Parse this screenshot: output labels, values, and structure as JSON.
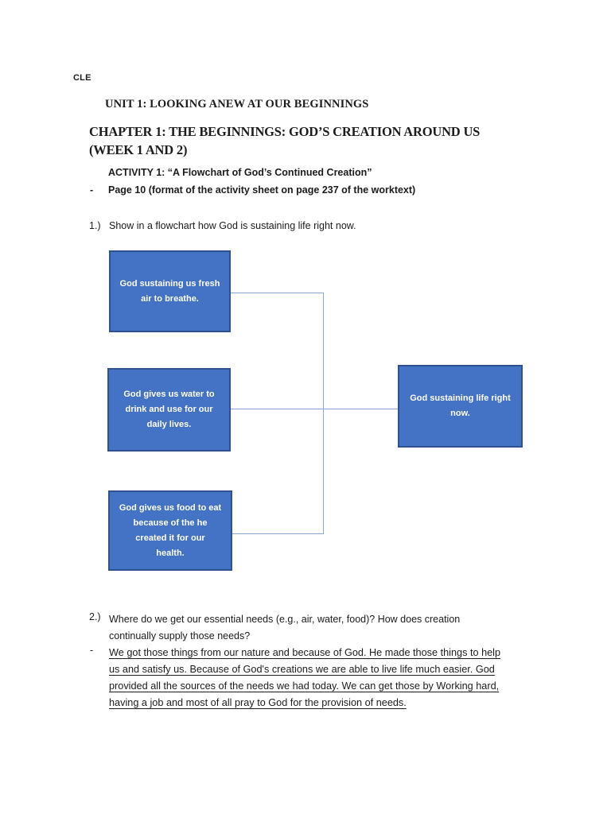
{
  "page": {
    "course_code": "CLE",
    "unit_title": "UNIT 1: LOOKING ANEW AT OUR BEGINNINGS",
    "chapter_title_lines": [
      "CHAPTER 1: THE BEGINNINGS: GOD’S CREATION AROUND US",
      "(WEEK 1 AND 2)"
    ],
    "activity_title": "ACTIVITY 1: “A Flowchart of God’s Continued Creation”",
    "bullet_marker": "-",
    "page_note": "Page 10 (format of the activity sheet on page 237 of the worktext)"
  },
  "question1": {
    "number": "1.)",
    "text": "Show in a flowchart how God is sustaining life right now."
  },
  "flowchart": {
    "box_fill": "#4472c4",
    "box_border": "#2f528f",
    "connector_color": "#8aa5d4",
    "text_color": "#ffffff",
    "source_boxes": [
      {
        "lines": [
          "God sustaining us fresh",
          "air to breathe."
        ]
      },
      {
        "lines": [
          "God gives us water to",
          "drink and use for our",
          "daily lives."
        ]
      },
      {
        "lines": [
          "God gives us food to eat",
          "because of the he",
          "created it for our",
          "health."
        ]
      }
    ],
    "result_box": {
      "lines": [
        "God sustaining life right",
        "now."
      ]
    }
  },
  "question2": {
    "number": "2.)",
    "lines": [
      "Where do we get our essential needs (e.g., air, water, food)? How does creation",
      "continually supply those needs?"
    ],
    "bullet_marker": "-",
    "answer_lines": [
      "We got those things from our nature and because of God. He made those things to help",
      "us and satisfy us. Because of God's creations we are able to live life much easier. God",
      "provided all the sources of the needs we had today. We can get those by Working hard,",
      "having a job and most of all pray to God for the provision of needs."
    ]
  }
}
